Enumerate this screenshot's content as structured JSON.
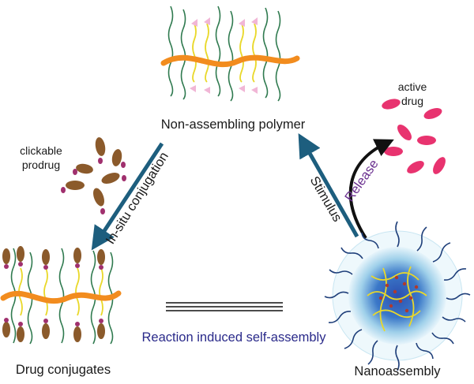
{
  "labels": {
    "top_polymer": "Non-assembling polymer",
    "clickable_line1": "clickable",
    "clickable_line2": "prodrug",
    "active_line1": "active",
    "active_line2": "drug",
    "conjugation": "In-situ conjugation",
    "stimulus": "Stimulus",
    "release": "Release",
    "self_assembly": "Reaction induced self-assembly",
    "drug_conjugates": "Drug conjugates",
    "nanoassembly": "Nanoassembly"
  },
  "colors": {
    "backbone": "#f28c1e",
    "green_chain": "#2f7a4f",
    "yellow_chain": "#e9d82a",
    "pink_tag": "#f1b6d6",
    "arrow_teal": "#1d5e7e",
    "brown_drug": "#8b5a2b",
    "magenta_drug": "#e8336f",
    "purple_text": "#6a2f8f",
    "navy_text": "#2a2a8a"
  }
}
